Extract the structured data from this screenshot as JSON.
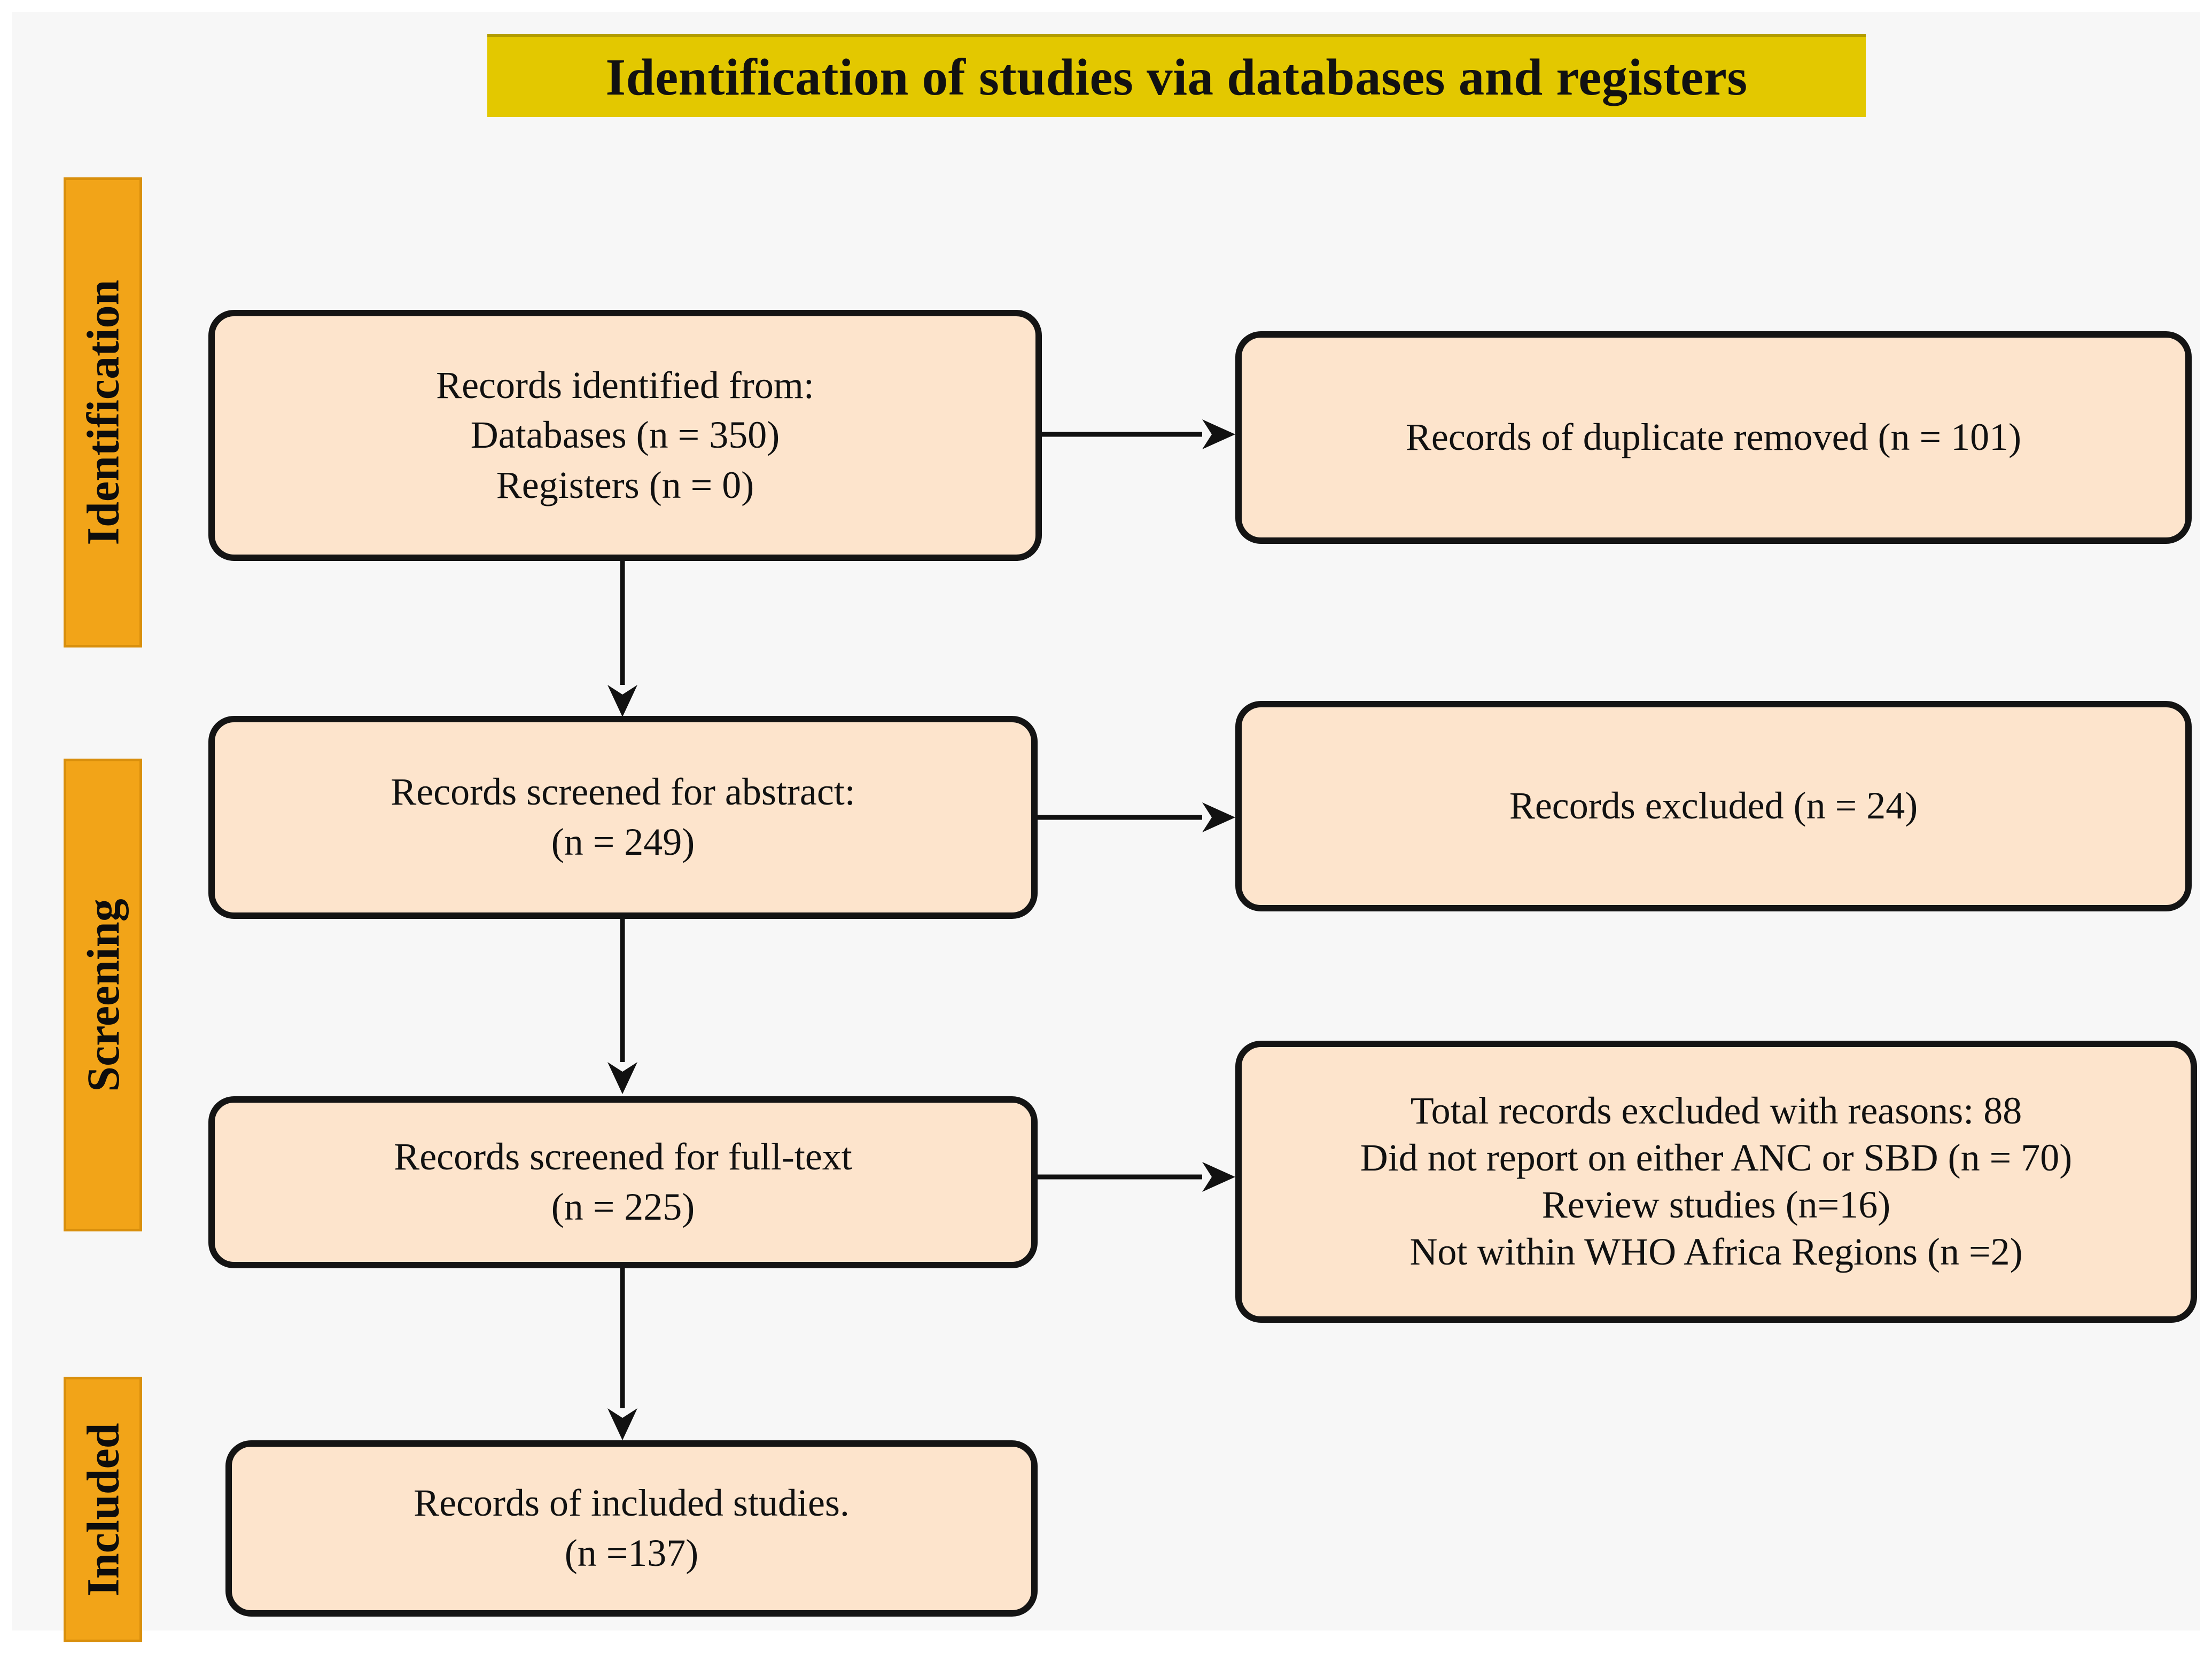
{
  "header": {
    "title": "Identification of studies via databases and registers",
    "band_color": "#e3c800"
  },
  "stages": [
    {
      "id": "identification",
      "label": "Identification",
      "color": "#f2a418"
    },
    {
      "id": "screening",
      "label": "Screening",
      "color": "#f2a418"
    },
    {
      "id": "included",
      "label": "Included",
      "color": "#f2a418"
    }
  ],
  "boxes": {
    "identified": {
      "name": "records-identified",
      "lines": [
        "Records identified from:",
        "Databases (n = 350)",
        "Registers (n = 0)"
      ]
    },
    "duplicates": {
      "name": "records-duplicate-removed",
      "lines": [
        "Records of duplicate removed (n = 101)"
      ]
    },
    "screened_abstract": {
      "name": "records-screened-abstract",
      "lines": [
        "Records screened for abstract:",
        "(n = 249)"
      ]
    },
    "excluded_abstract": {
      "name": "records-excluded-abstract",
      "lines": [
        "Records excluded (n = 24)"
      ]
    },
    "screened_fulltext": {
      "name": "records-screened-fulltext",
      "lines": [
        "Records screened for full-text",
        "(n = 225)"
      ]
    },
    "excluded_reasons": {
      "name": "records-excluded-with-reasons",
      "lines": [
        "Total records excluded with reasons: 88",
        "Did not report on either ANC or SBD (n = 70)",
        "Review studies (n=16)",
        "Not within WHO Africa Regions (n =2)"
      ]
    },
    "included": {
      "name": "records-included-studies",
      "lines": [
        "Records of included studies.",
        "(n =137)"
      ]
    }
  },
  "colors": {
    "box_fill": "#fde4cc",
    "box_border": "#141414",
    "plate_bg": "#f7f7f7",
    "arrow": "#111111"
  }
}
